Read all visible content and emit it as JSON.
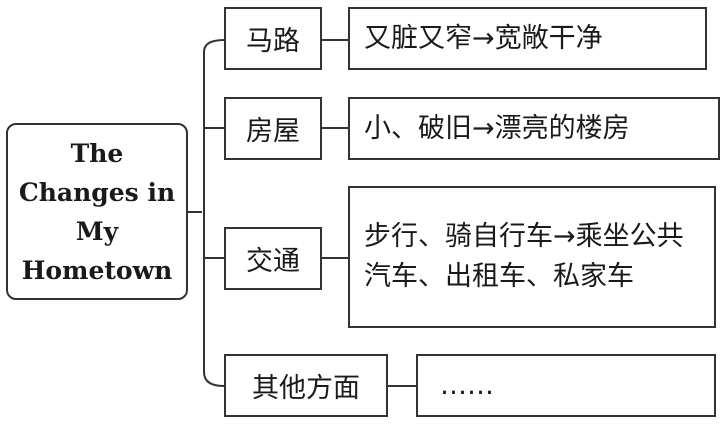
{
  "root": {
    "title": "The Changes in My Hometown"
  },
  "branches": [
    {
      "label": "马路",
      "detail": "又脏又窄→宽敞干净"
    },
    {
      "label": "房屋",
      "detail": "小、破旧→漂亮的楼房"
    },
    {
      "label": "交通",
      "detail": "步行、骑自行车→乘坐公共汽车、出租车、私家车"
    },
    {
      "label": "其他方面",
      "detail": "……"
    }
  ]
}
